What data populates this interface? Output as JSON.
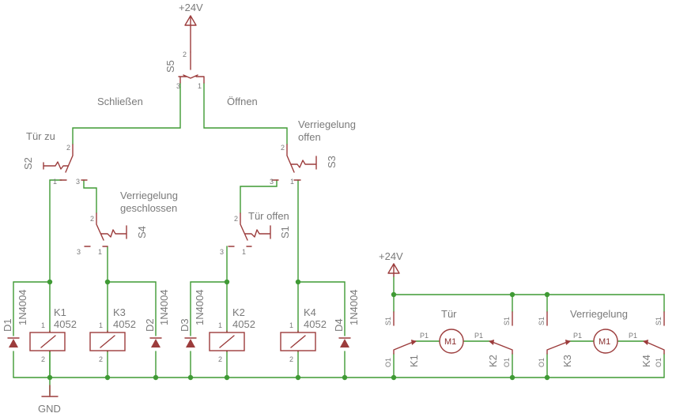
{
  "supply": {
    "top": "+24V",
    "right": "+24V",
    "gnd": "GND"
  },
  "labels": {
    "close": "Schließen",
    "open": "Öffnen",
    "door_closed": "Tür zu",
    "lock_open": [
      "Verriegelung",
      "offen"
    ],
    "lock_closed": [
      "Verriegelung",
      "geschlossen"
    ],
    "door_open": "Tür offen",
    "motor_door": "Tür",
    "motor_lock": "Verriegelung"
  },
  "switches": {
    "S1": "S1",
    "S2": "S2",
    "S3": "S3",
    "S4": "S4",
    "S5": "S5"
  },
  "pins": {
    "p1": "1",
    "p2": "2",
    "p3": "3",
    "P1": "P1",
    "S1": "S1",
    "O1": "O1"
  },
  "relays": [
    {
      "name": "K1",
      "value": "4052"
    },
    {
      "name": "K3",
      "value": "4052"
    },
    {
      "name": "K2",
      "value": "4052"
    },
    {
      "name": "K4",
      "value": "4052"
    }
  ],
  "diodes": [
    {
      "name": "D1",
      "value": "1N4004"
    },
    {
      "name": "D2",
      "value": "1N4004"
    },
    {
      "name": "D3",
      "value": "1N4004"
    },
    {
      "name": "D4",
      "value": "1N4004"
    }
  ],
  "motors": {
    "m1": "M1"
  },
  "contacts": {
    "k1": "K1",
    "k2": "K2",
    "k3": "K3",
    "k4": "K4"
  }
}
